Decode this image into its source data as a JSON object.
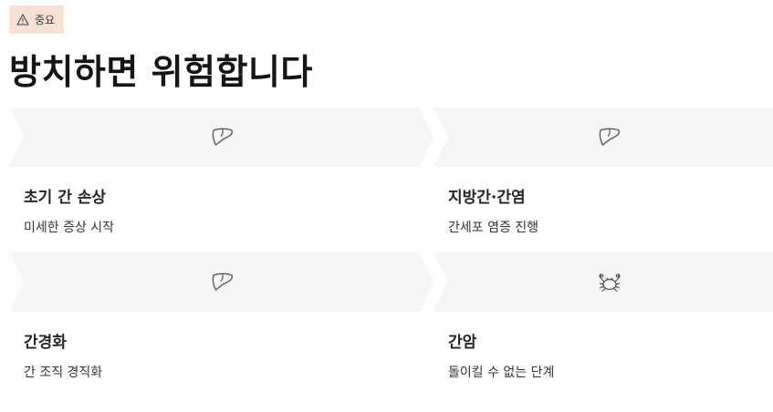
{
  "badge": {
    "icon": "warning-triangle-icon",
    "label": "중요"
  },
  "title": "방치하면 위험합니다",
  "stages": [
    {
      "icon": "liver-icon",
      "name": "초기 간 손상",
      "desc": "미세한 증상 시작"
    },
    {
      "icon": "liver-icon",
      "name": "지방간·간염",
      "desc": "간세포 염증 진행"
    },
    {
      "icon": "liver-icon",
      "name": "간경화",
      "desc": "간 조직 경직화"
    },
    {
      "icon": "crab-icon",
      "name": "간암",
      "desc": "돌이킬 수 없는 단계"
    }
  ],
  "colors": {
    "badge_bg": "#f5e1d6",
    "chevron_bg": "#f7f5f5"
  }
}
